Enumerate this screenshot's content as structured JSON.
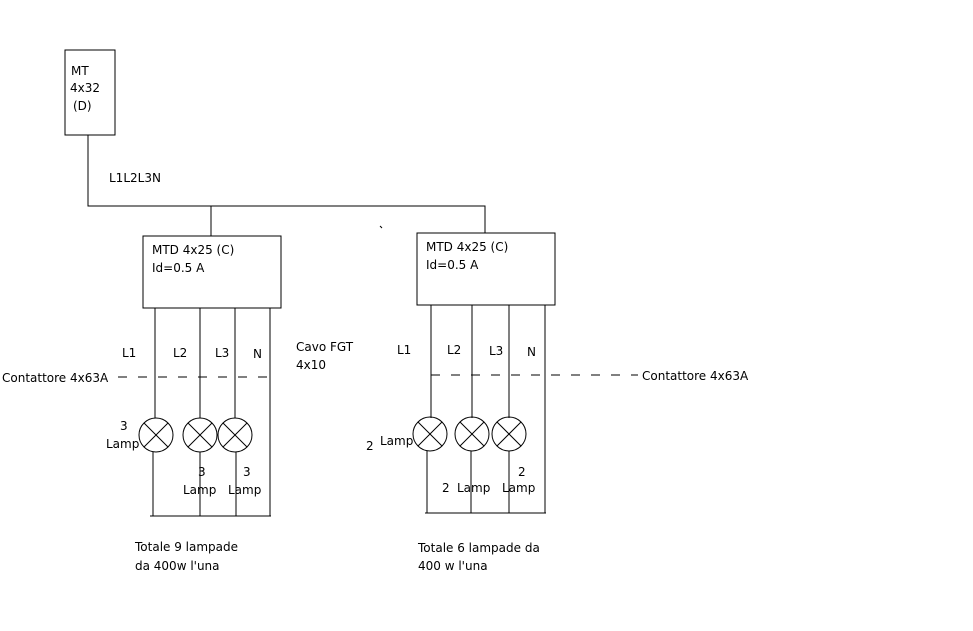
{
  "main_breaker": {
    "line1": "MT",
    "line2": "4x32",
    "line3": "(D)"
  },
  "phase_label": "L1L2L3N",
  "left_circuit": {
    "breaker_line1": "MTD 4x25 (C)",
    "breaker_line2": "Id=0.5 A",
    "phases": [
      "L1",
      "L2",
      "L3",
      "N"
    ],
    "cable_line1": "Cavo FGT",
    "cable_line2": "4x10",
    "contactor": "Contattore 4x63A",
    "lamp_groups": [
      {
        "count": "3",
        "label": "Lamp"
      },
      {
        "count": "3",
        "label": "Lamp"
      },
      {
        "count": "3",
        "label": "Lamp"
      }
    ],
    "total_line1": "Totale 9 lampade",
    "total_line2": "da 400w l'una"
  },
  "right_circuit": {
    "breaker_line1": "MTD 4x25 (C)",
    "breaker_line2": "Id=0.5 A",
    "phases": [
      "L1",
      "L2",
      "L3",
      "N"
    ],
    "contactor": "Contattore 4x63A",
    "lamp_groups": [
      {
        "count": "2",
        "label": "Lamp"
      },
      {
        "count": "2",
        "label": "Lamp"
      },
      {
        "count": "2",
        "label": "Lamp"
      }
    ],
    "total_line1": "Totale 6 lampade da",
    "total_line2": "400 w l'una"
  }
}
